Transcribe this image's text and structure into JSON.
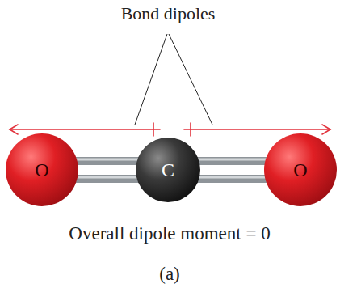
{
  "diagram": {
    "caption": "(a)",
    "nodes": [
      {
        "text": [
          "O"
        ]
      },
      {
        "text": [
          "C"
        ]
      },
      {
        "text": [
          "O"
        ]
      }
    ],
    "edges": [
      {
        "from": 0,
        "to": 1,
        "arrow": "none"
      },
      {
        "from": 1,
        "to": 2,
        "arrow": "none"
      }
    ],
    "labels": [
      "Bond dipoles",
      "Overall dipole moment = 0"
    ]
  }
}
